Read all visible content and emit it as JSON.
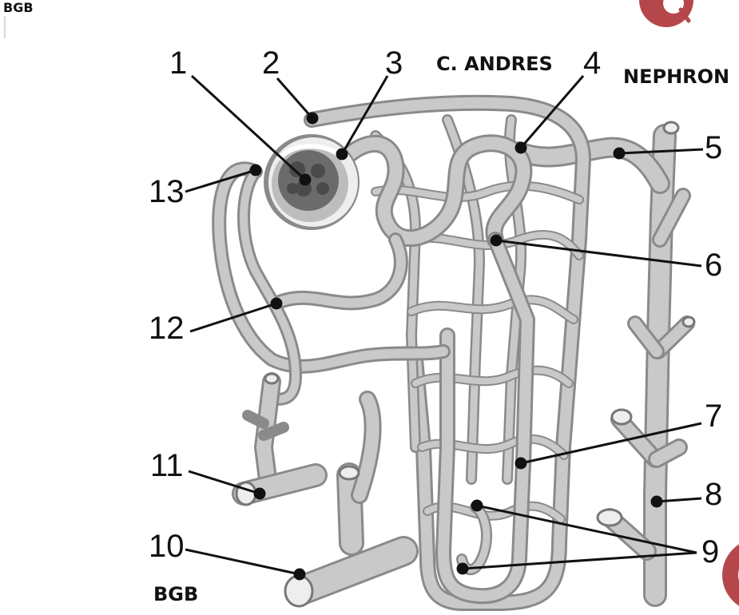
{
  "corner_label_top": "BGB",
  "corner_label_bottom": "BGB",
  "author": "C. ANDRES",
  "title": "NEPHRON",
  "labels": {
    "n1": "1",
    "n2": "2",
    "n3": "3",
    "n4": "4",
    "n5": "5",
    "n6": "6",
    "n7": "7",
    "n8": "8",
    "n9": "9",
    "n10": "10",
    "n11": "11",
    "n12": "12",
    "n13": "13"
  },
  "colors": {
    "tube_fill": "#c9c9c9",
    "tube_edge": "#8a8a8a",
    "glomerulus": "#6b6b6b",
    "capsule": "#f2f2f2",
    "leader": "#111111",
    "logo_red": "#b5474b"
  },
  "icons": {
    "logo": "search-icon"
  }
}
